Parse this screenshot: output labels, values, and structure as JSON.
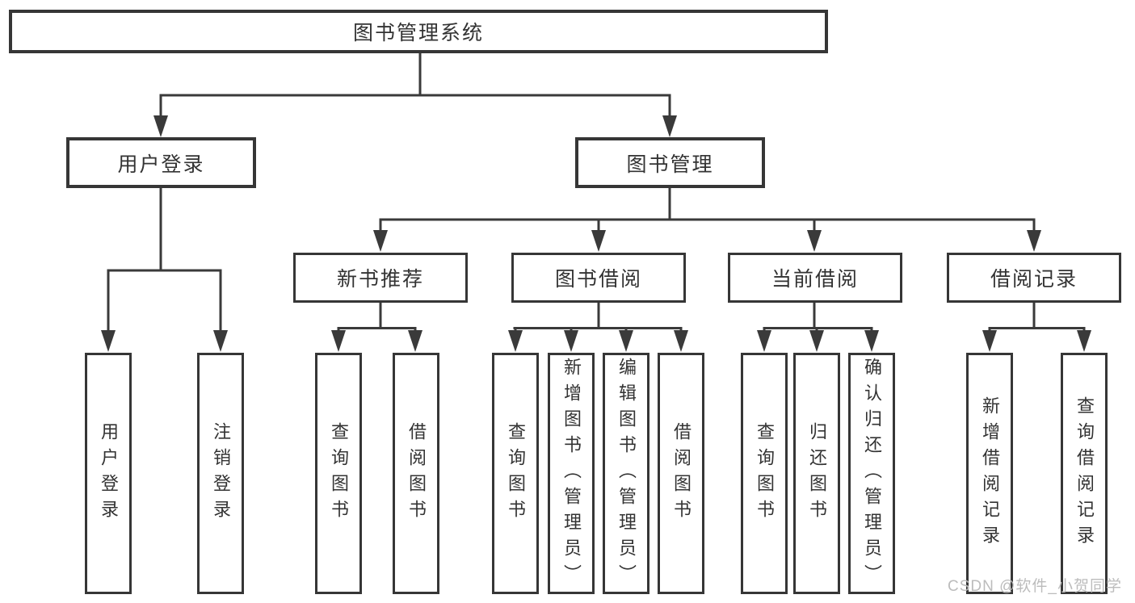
{
  "tree": {
    "label": "图书管理系统",
    "children": [
      {
        "label": "用户登录",
        "children": [
          {
            "label": "用户登录"
          },
          {
            "label": "注销登录"
          }
        ]
      },
      {
        "label": "图书管理",
        "children": [
          {
            "label": "新书推荐",
            "children": [
              {
                "label": "查询图书"
              },
              {
                "label": "借阅图书"
              }
            ]
          },
          {
            "label": "图书借阅",
            "children": [
              {
                "label": "查询图书"
              },
              {
                "label": "新增图书（管理员）"
              },
              {
                "label": "编辑图书（管理员）"
              },
              {
                "label": "借阅图书"
              }
            ]
          },
          {
            "label": "当前借阅",
            "children": [
              {
                "label": "查询图书"
              },
              {
                "label": "归还图书"
              },
              {
                "label": "确认归还（管理员）"
              }
            ]
          },
          {
            "label": "借阅记录",
            "children": [
              {
                "label": "新增借阅记录"
              },
              {
                "label": "查询借阅记录"
              }
            ]
          }
        ]
      }
    ]
  },
  "watermark": "CSDN @软件_小贺同学",
  "colors": {
    "line": "#3a3a3a",
    "border": "#363636",
    "text": "#333333",
    "watermark": "#bcbcbc",
    "background": "#ffffff"
  }
}
